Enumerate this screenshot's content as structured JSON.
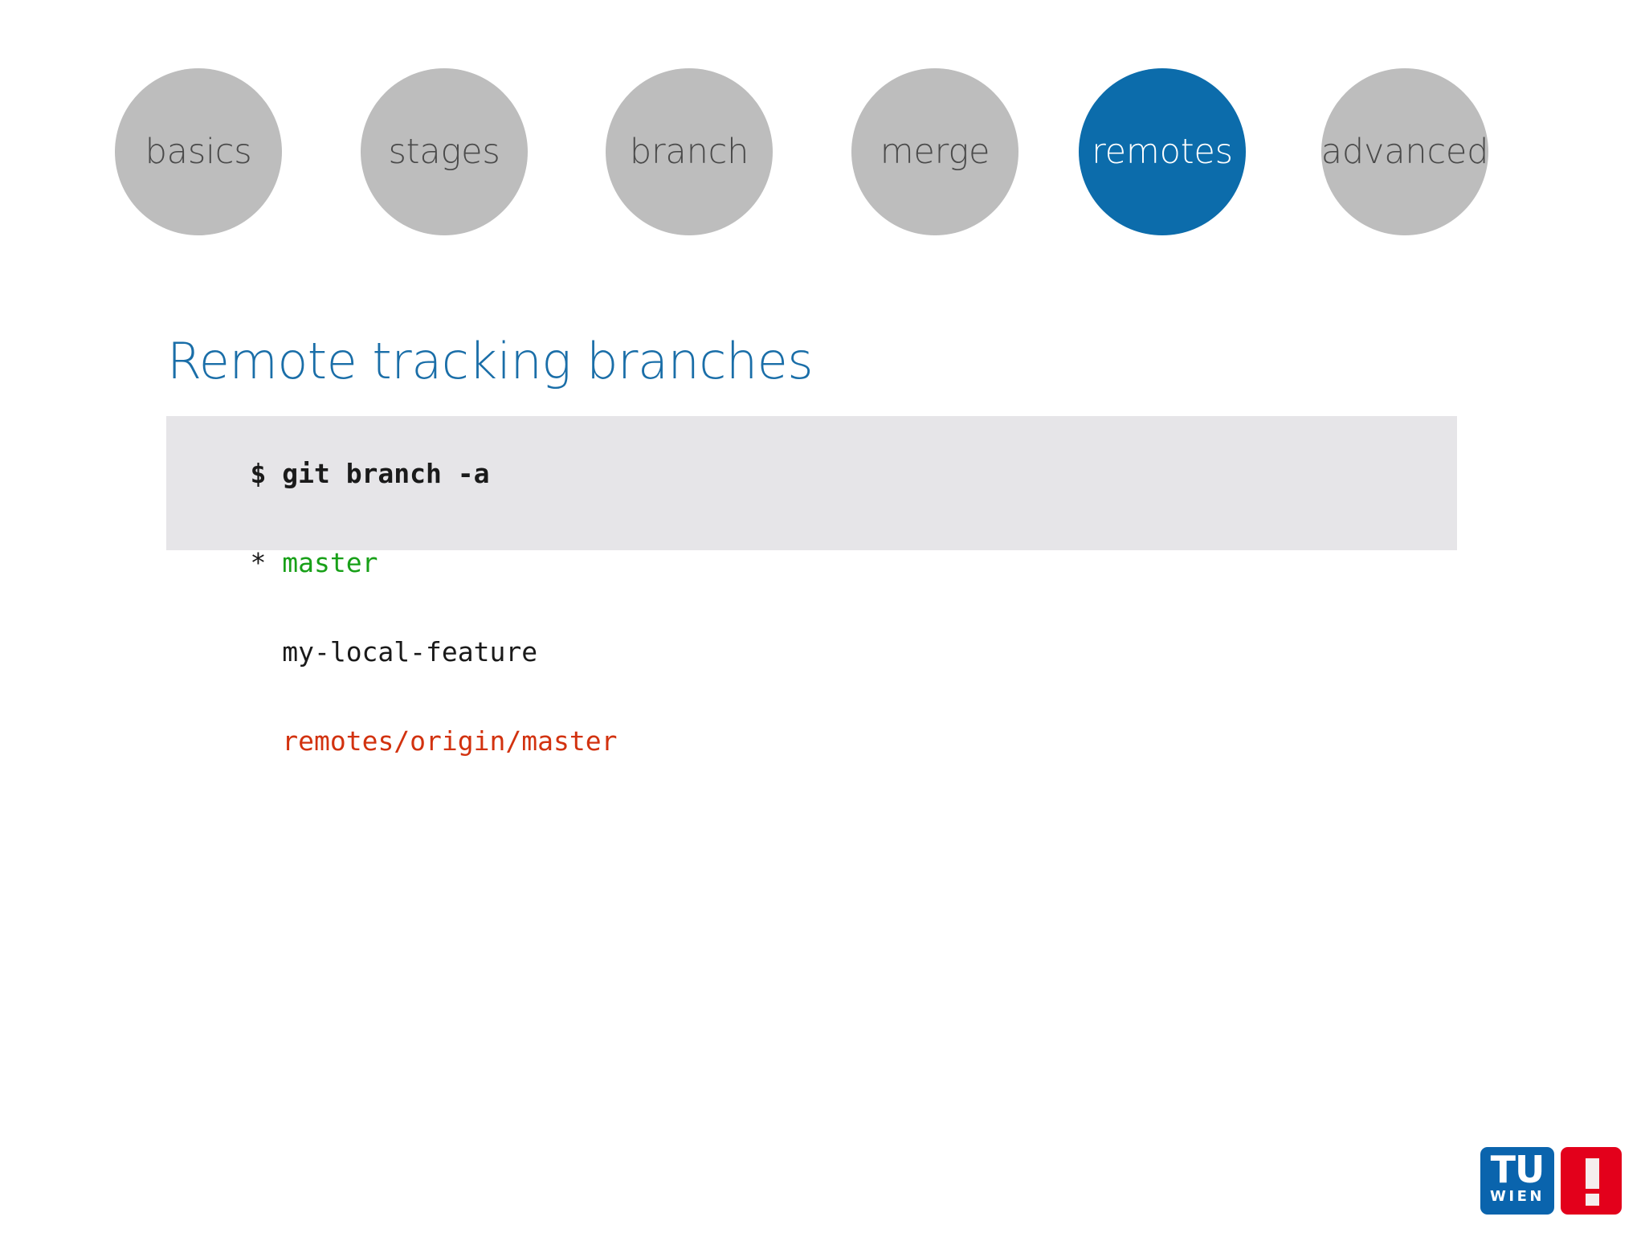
{
  "nav": {
    "items": [
      {
        "label": "basics",
        "active": false
      },
      {
        "label": "stages",
        "active": false
      },
      {
        "label": "branch",
        "active": false
      },
      {
        "label": "merge",
        "active": false
      },
      {
        "label": "remotes",
        "active": true
      },
      {
        "label": "advanced",
        "active": false
      }
    ],
    "active_label": "remotes",
    "inactive_color": "#bdbdbd",
    "active_color": "#0c6cab",
    "inactive_text_color": "#4a4a4a",
    "active_text_color": "#ffffff"
  },
  "slide": {
    "title": "Remote tracking branches",
    "title_color": "#1a6ea8",
    "background_color": "#ffffff"
  },
  "code": {
    "background_color": "#e6e5e8",
    "lines": [
      {
        "id": "command",
        "text": "$ git branch -a",
        "bold": true,
        "segments": [
          {
            "text": "$ git branch -a",
            "color": "#1a1a1a",
            "token": "default"
          }
        ]
      },
      {
        "id": "current-branch",
        "text": "* master",
        "bold": false,
        "segments": [
          {
            "text": "* ",
            "color": "#1a1a1a",
            "token": "default"
          },
          {
            "text": "master",
            "color": "#18a018",
            "token": "green"
          }
        ]
      },
      {
        "id": "local-branch",
        "text": "  my-local-feature",
        "bold": false,
        "segments": [
          {
            "text": "  my-local-feature",
            "color": "#1a1a1a",
            "token": "default"
          }
        ]
      },
      {
        "id": "remote-branch",
        "text": "  remotes/origin/master",
        "bold": false,
        "segments": [
          {
            "text": "  ",
            "color": "#1a1a1a",
            "token": "default"
          },
          {
            "text": "remotes/origin/master",
            "color": "#d2320f",
            "token": "red"
          }
        ]
      }
    ]
  },
  "logo": {
    "tu_text": "TU",
    "wien_text": "WIEN",
    "exclamation": "!",
    "blue_color": "#0a64ad",
    "red_color": "#e3001b"
  }
}
